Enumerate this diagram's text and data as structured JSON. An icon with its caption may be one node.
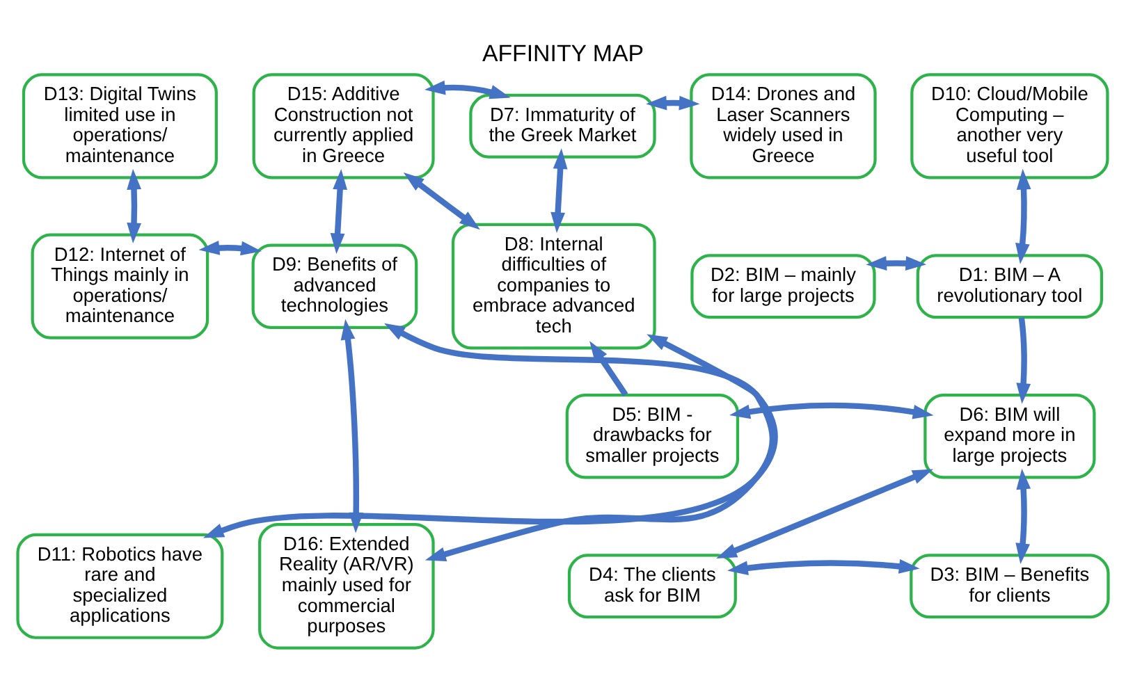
{
  "diagram": {
    "title": "AFFINITY MAP",
    "nodes": [
      {
        "text": [
          "D13: Digital Twins limited use in operations/ maintenance"
        ]
      },
      {
        "text": [
          "D15: Additive Construction not currently applied in Greece"
        ]
      },
      {
        "text": [
          "D7: Immaturity of the Greek Market"
        ]
      },
      {
        "text": [
          "D14: Drones and Laser Scanners widely used in Greece"
        ]
      },
      {
        "text": [
          "D10: Cloud/Mobile Computing – another very useful tool"
        ]
      },
      {
        "text": [
          "D2: BIM – mainly for large projects"
        ]
      },
      {
        "text": [
          "D1: BIM – A revolutionary tool"
        ]
      },
      {
        "text": [
          "D12: Internet of Things mainly in operations/ maintenance"
        ]
      },
      {
        "text": [
          "D9: Benefits of advanced technologies"
        ]
      },
      {
        "text": [
          "D8: Internal difficulties of companies to embrace advanced tech"
        ]
      },
      {
        "text": [
          "D5: BIM - drawbacks for smaller projects"
        ]
      },
      {
        "text": [
          "D6: BIM will expand more in large projects"
        ]
      },
      {
        "text": [
          "D11: Robotics have rare and specialized applications"
        ]
      },
      {
        "text": [
          "D16: Extended Reality (AR/VR) mainly used for commercial purposes"
        ]
      },
      {
        "text": [
          "D4: The clients ask for BIM"
        ]
      },
      {
        "text": [
          "D3: BIM – Benefits for clients"
        ]
      }
    ],
    "edges": [
      {
        "from": 1,
        "to": 2,
        "arrow": "both"
      },
      {
        "from": 2,
        "to": 3,
        "arrow": "both"
      },
      {
        "from": 4,
        "to": 6,
        "arrow": "both"
      },
      {
        "from": 0,
        "to": 7,
        "arrow": "both"
      },
      {
        "from": 1,
        "to": 8,
        "arrow": "both"
      },
      {
        "from": 1,
        "to": 9,
        "arrow": "both"
      },
      {
        "from": 2,
        "to": 9,
        "arrow": "both"
      },
      {
        "from": 5,
        "to": 6,
        "arrow": "both"
      },
      {
        "from": 6,
        "to": 11,
        "arrow": "to"
      },
      {
        "from": 7,
        "to": 8,
        "arrow": "both"
      },
      {
        "from": 10,
        "to": 9,
        "arrow": "to"
      },
      {
        "from": 10,
        "to": 11,
        "arrow": "both"
      },
      {
        "from": 8,
        "to": 12,
        "arrow": "both"
      },
      {
        "from": 8,
        "to": 13,
        "arrow": "both"
      },
      {
        "from": 9,
        "to": 13,
        "arrow": "both"
      },
      {
        "from": 11,
        "to": 14,
        "arrow": "both"
      },
      {
        "from": 11,
        "to": 15,
        "arrow": "both"
      },
      {
        "from": 14,
        "to": 15,
        "arrow": "both"
      }
    ]
  }
}
